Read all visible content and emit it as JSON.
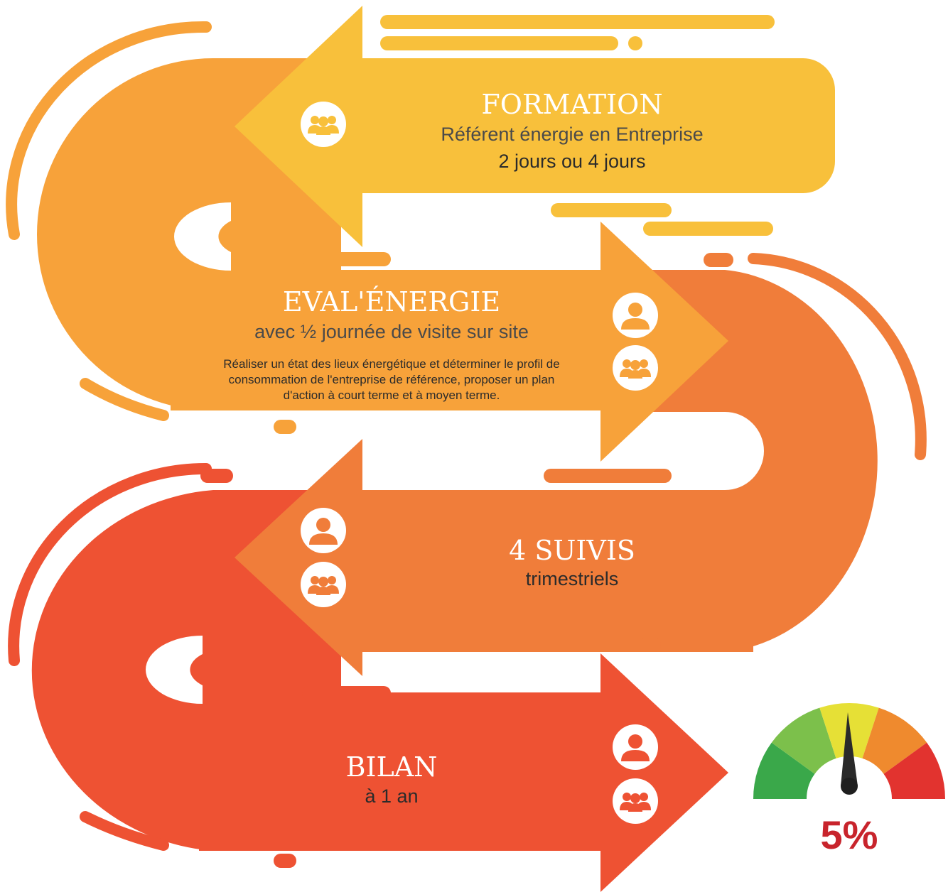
{
  "steps": [
    {
      "title": "FORMATION",
      "subtitle": "Référent énergie en Entreprise",
      "detail": "2 jours ou 4 jours",
      "icons": [
        "group-icon"
      ]
    },
    {
      "title": "EVAL'ÉNERGIE",
      "subtitle": "avec ½ journée de visite sur site",
      "description": [
        "Réaliser un état des lieux énergétique et déterminer le profil de",
        "consommation de l'entreprise de référence, proposer un plan",
        "d'action à court terme et à moyen terme."
      ],
      "icons": [
        "person-icon",
        "group-icon"
      ]
    },
    {
      "title": "4 SUIVIS",
      "subtitle": "trimestriels",
      "icons": [
        "person-icon",
        "group-icon"
      ]
    },
    {
      "title": "BILAN",
      "subtitle": "à 1 an",
      "icons": [
        "person-icon",
        "group-icon"
      ]
    }
  ],
  "gauge": {
    "value_label": "5%",
    "colors": [
      "#3aa84a",
      "#7cc04b",
      "#e6e036",
      "#ef8a2e",
      "#e2332f"
    ]
  },
  "colors": {
    "yellow": "#f8c03b",
    "orange": "#f7a23a",
    "dark_orange": "#f07d3a",
    "red": "#ee5233"
  }
}
